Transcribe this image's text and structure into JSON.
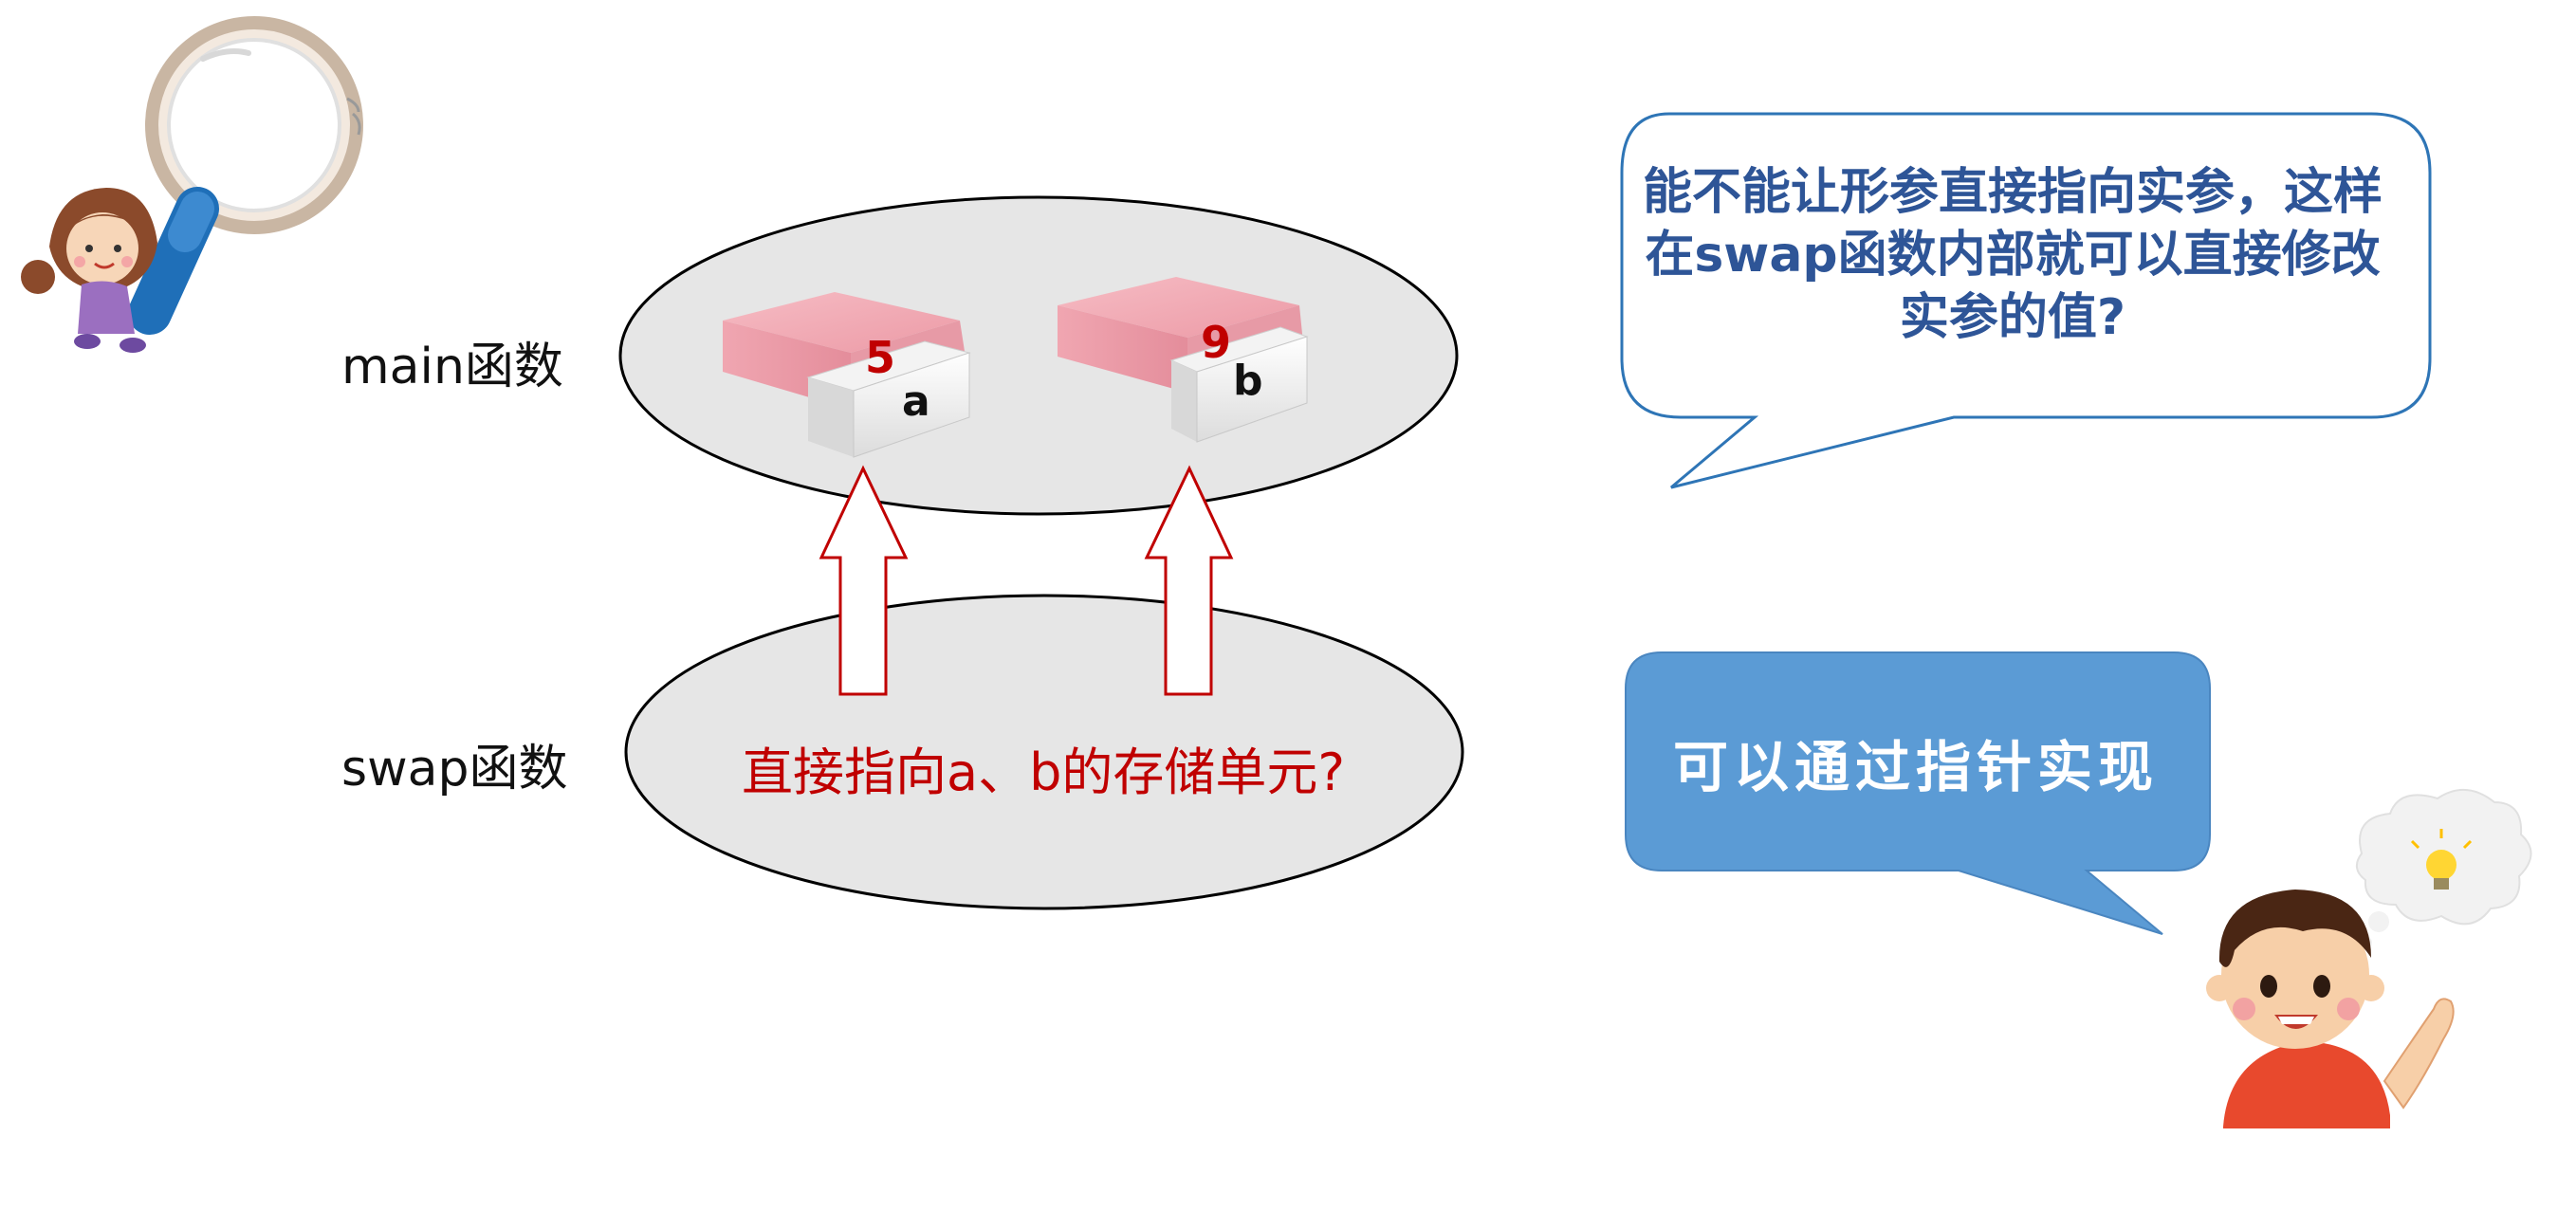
{
  "diagram": {
    "main_label": "main函数",
    "swap_label": "swap函数",
    "box_a": {
      "value": "5",
      "name": "a"
    },
    "box_b": {
      "value": "9",
      "name": "b"
    },
    "question": "直接指向a、b的存储单元?",
    "thought_bubble": "能不能让形参直接指向实参，这样在swap函数内部就可以直接修改实参的值?",
    "answer_bubble": "可以通过指针实现"
  },
  "colors": {
    "ellipse_fill": "#e6e6e6",
    "arrow": "#c00000",
    "box_pink": "#f2a7b0",
    "thought_border": "#2e75b6",
    "thought_text": "#2e5597",
    "answer_fill": "#5b9bd5"
  },
  "icons": [
    "girl-with-magnifier-icon",
    "boy-idea-icon",
    "lightbulb-icon"
  ]
}
